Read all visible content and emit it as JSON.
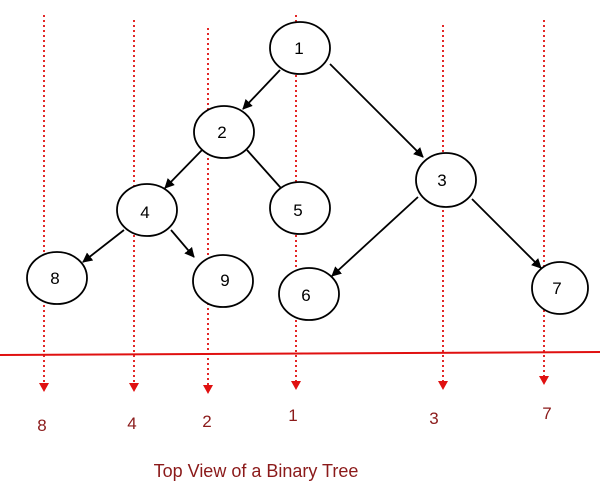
{
  "colors": {
    "guide": "#e01010",
    "edge": "#000000",
    "top_label": "#8b1a1a",
    "caption": "#8b1a1a"
  },
  "tree": {
    "nodes": [
      {
        "id": "1",
        "label": "1"
      },
      {
        "id": "2",
        "label": "2"
      },
      {
        "id": "3",
        "label": "3"
      },
      {
        "id": "4",
        "label": "4"
      },
      {
        "id": "5",
        "label": "5"
      },
      {
        "id": "6",
        "label": "6"
      },
      {
        "id": "7",
        "label": "7"
      },
      {
        "id": "8",
        "label": "8"
      },
      {
        "id": "9",
        "label": "9"
      }
    ],
    "edges": [
      {
        "from": "1",
        "to": "2"
      },
      {
        "from": "1",
        "to": "3"
      },
      {
        "from": "2",
        "to": "4"
      },
      {
        "from": "2",
        "to": "5"
      },
      {
        "from": "4",
        "to": "8"
      },
      {
        "from": "4",
        "to": "9"
      },
      {
        "from": "3",
        "to": "6"
      },
      {
        "from": "3",
        "to": "7"
      }
    ]
  },
  "top_view": {
    "labels": [
      "8",
      "4",
      "2",
      "1",
      "3",
      "7"
    ]
  },
  "caption": "Top View of a Binary Tree"
}
